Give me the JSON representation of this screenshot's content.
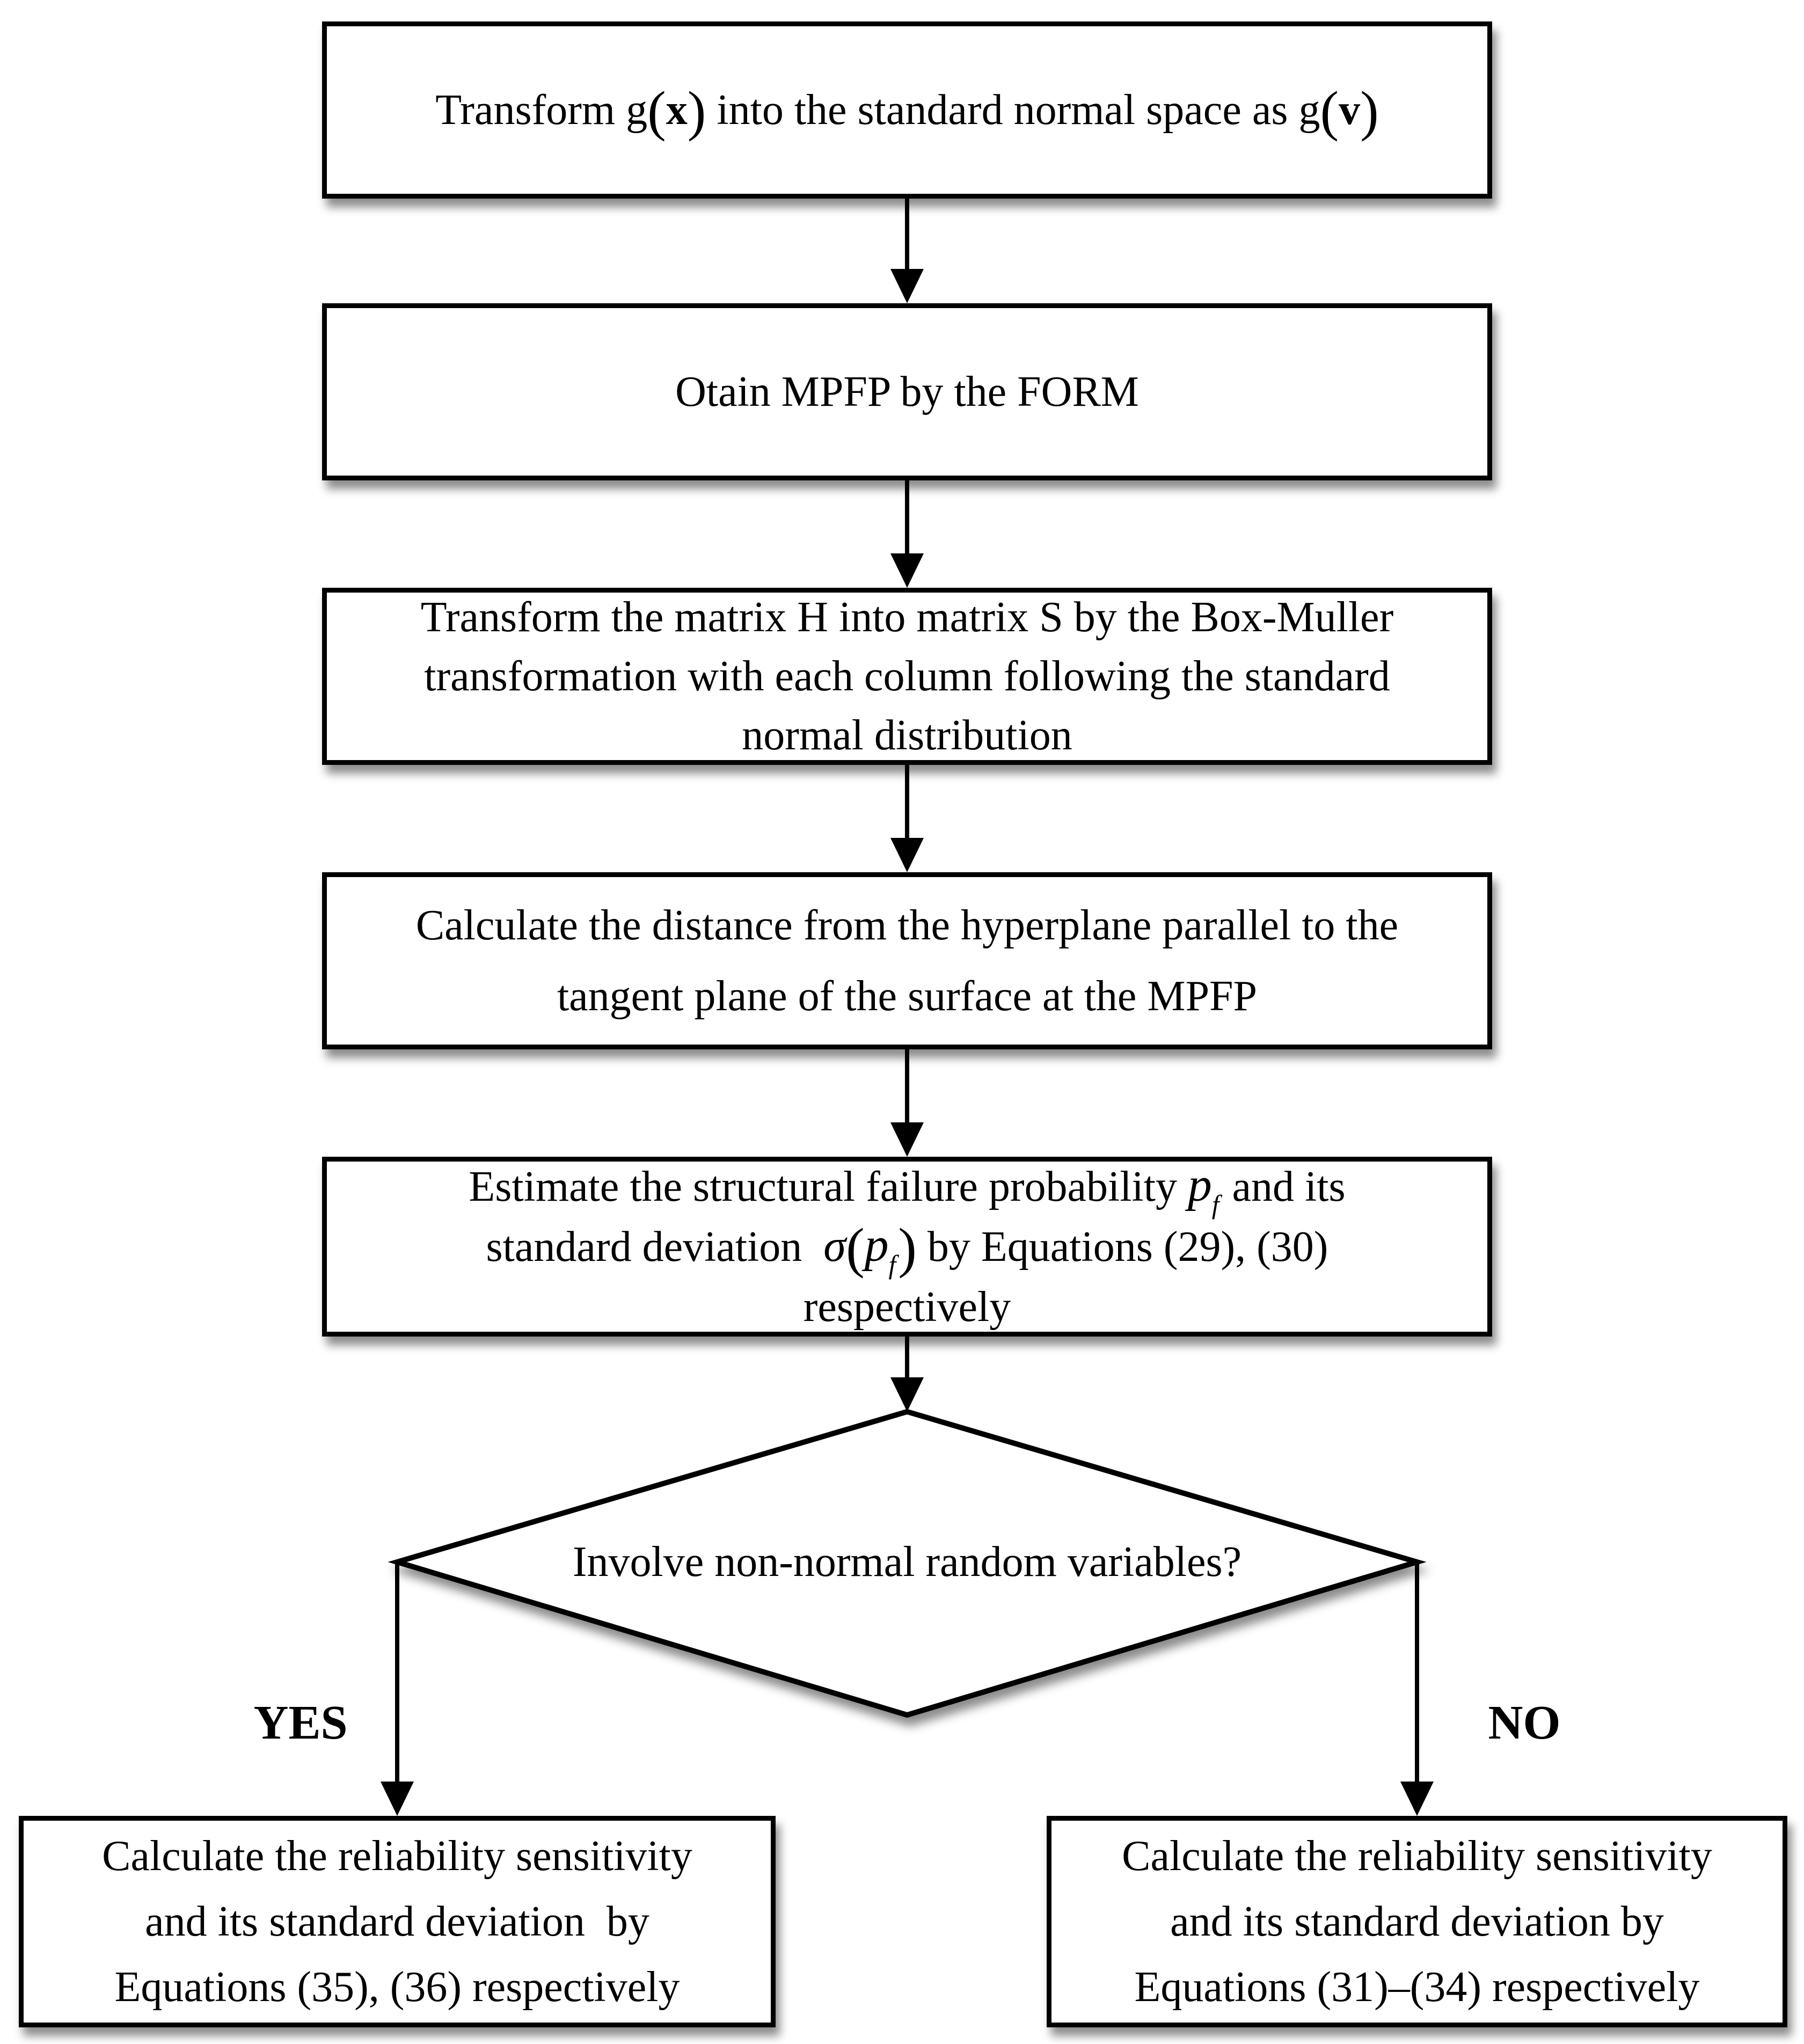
{
  "figure": {
    "kind": "flowchart",
    "ink_color": "#000000",
    "paper_color": "#ffffff"
  },
  "boxes": {
    "b1": {
      "t1": "Transform ",
      "g1": "g",
      "po1": "(",
      "x": "x",
      "pc1": ")",
      "t2": " into the standard normal space as ",
      "g2": "g",
      "po2": "(",
      "v": "v",
      "pc2": ")"
    },
    "b2": {
      "text": "Otain MPFP by the FORM"
    },
    "b3": {
      "lines": [
        "Transform the matrix H into matrix S by the Box-Muller",
        "transformation with each column following the standard",
        "normal distribution"
      ]
    },
    "b4": {
      "lines": [
        "Calculate the distance from the hyperplane parallel to the",
        "tangent plane of the surface at the MPFP"
      ]
    },
    "b5": {
      "l1a": "Estimate the structural failure probability ",
      "p1": "p",
      "f1": "f",
      "l1b": " and its",
      "l2a": "standard deviation  ",
      "sigma": "σ",
      "po": "(",
      "p2": "p",
      "f2": "f",
      "pc": ")",
      "l2b": " by Equations (29), (30)",
      "l3": "respectively"
    },
    "b6": {
      "lines": [
        "Calculate the reliability sensitivity",
        "and its standard deviation  by",
        "Equations (35), (36) respectively"
      ]
    },
    "b7": {
      "lines": [
        "Calculate the reliability sensitivity",
        "and its standard deviation by",
        "Equations (31)–(34) respectively"
      ]
    }
  },
  "decision": {
    "text": "Involve non-normal random variables?"
  },
  "branch_labels": {
    "yes": "YES",
    "no": "NO"
  }
}
